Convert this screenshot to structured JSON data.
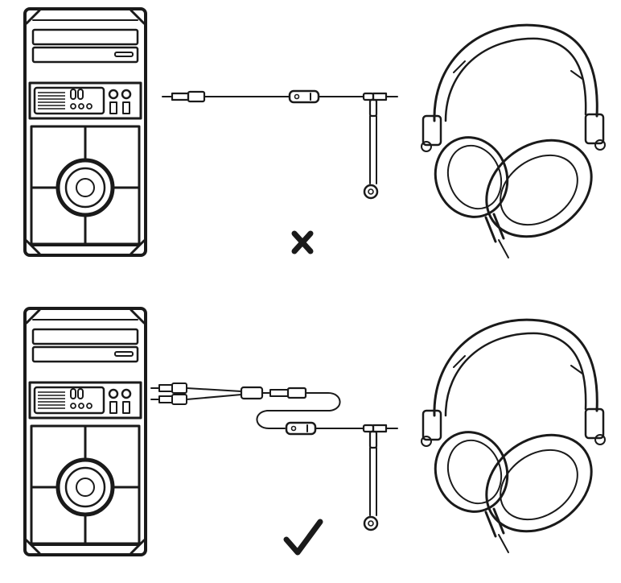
{
  "diagram": {
    "ink_color": "#1a1a1a",
    "paper_color": "#ffffff",
    "rows": [
      {
        "name": "incorrect-connection",
        "status": "incorrect",
        "status_icon": "cross-icon",
        "components": [
          "desktop-tower",
          "single-plug-cable",
          "inline-remote",
          "clip-microphone",
          "headphones"
        ]
      },
      {
        "name": "correct-connection",
        "status": "correct",
        "status_icon": "check-icon",
        "components": [
          "desktop-tower",
          "y-splitter-adapter",
          "single-plug-cable",
          "inline-remote",
          "clip-microphone",
          "headphones"
        ]
      }
    ]
  }
}
